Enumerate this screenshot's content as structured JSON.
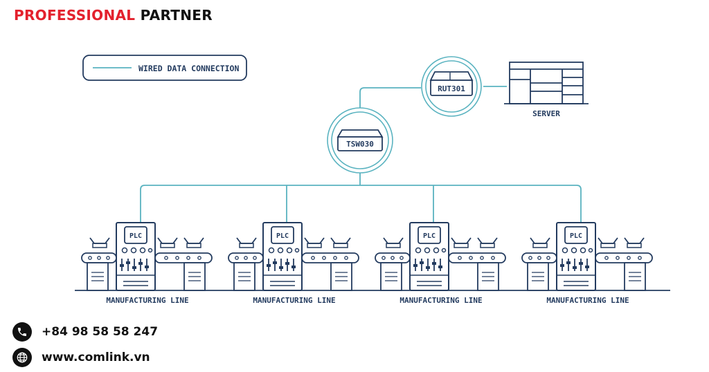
{
  "brand": {
    "part1": "PROFESSIONAL",
    "part2": "PARTNER"
  },
  "legend": {
    "label": "WIRED DATA CONNECTION"
  },
  "nodes": {
    "router": "RUT301",
    "switch": "TSW030",
    "server": "SERVER"
  },
  "lines": [
    {
      "plc": "PLC",
      "label": "MANUFACTURING LINE"
    },
    {
      "plc": "PLC",
      "label": "MANUFACTURING LINE"
    },
    {
      "plc": "PLC",
      "label": "MANUFACTURING LINE"
    },
    {
      "plc": "PLC",
      "label": "MANUFACTURING LINE"
    }
  ],
  "contact": {
    "phone": "+84 98 58 58 247",
    "website": "www.comlink.vn",
    "phone_icon": "phone-icon",
    "web_icon": "globe-icon"
  },
  "colors": {
    "brand_red": "#e3212d",
    "navy": "#233b5f",
    "teal": "#5ab3c0"
  }
}
